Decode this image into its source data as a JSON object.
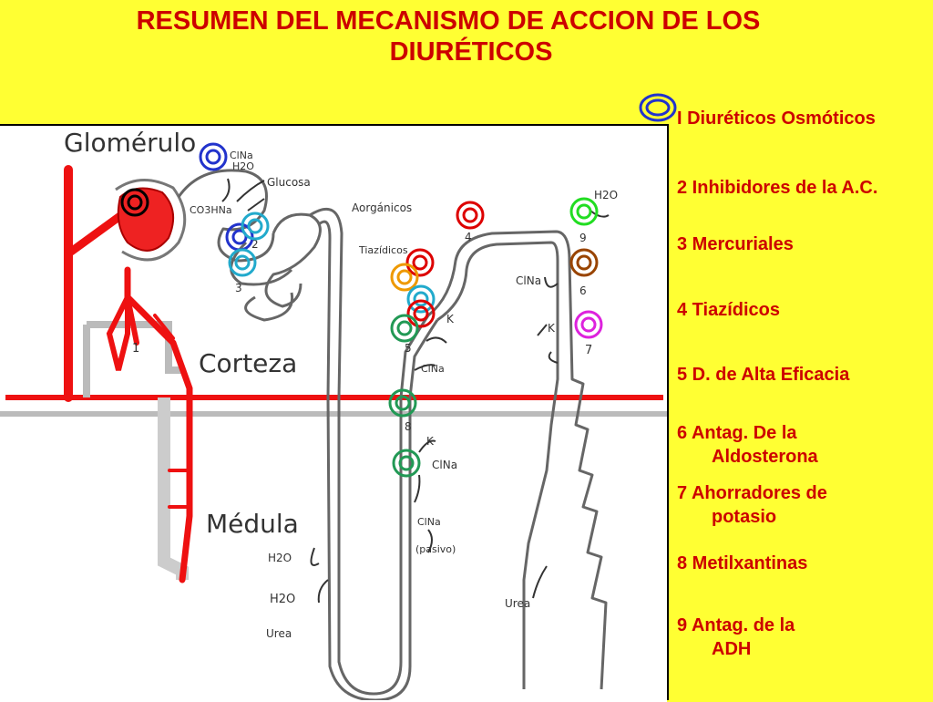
{
  "title": {
    "line1": "RESUMEN DEL MECANISMO DE ACCION DE LOS",
    "line2": "DIURÉTICOS"
  },
  "legend": [
    {
      "line1": "I Diuréticos Osmóticos"
    },
    {
      "line1": "2 Inhibidores de la A.C."
    },
    {
      "line1": "3 Mercuriales"
    },
    {
      "line1": "4 Tiazídicos"
    },
    {
      "line1": "5 D. de Alta Eficacia"
    },
    {
      "line1": "6 Antag. De la",
      "line2": "Aldosterona"
    },
    {
      "line1": "7 Ahorradores de",
      "line2": "potasio"
    },
    {
      "line1": "8 Metilxantinas"
    },
    {
      "line1": "9 Antag. de la",
      "line2": "ADH"
    }
  ],
  "diagram": {
    "labels": {
      "glomerulo": "Glomérulo",
      "corteza": "Corteza",
      "medula": "Médula",
      "clna1": "ClNa",
      "h2o1": "H2O",
      "glucosa": "Glucosa",
      "co3hna": "CO3HNa",
      "aorganicos": "Aorgánicos",
      "tiazidicos": "Tiazídicos",
      "clna_asa": "ClNa",
      "k_asa": "K",
      "clna_asc1": "ClNa",
      "k_asc": "K",
      "clna_asc2": "ClNa",
      "clna_pasivo": "ClNa",
      "pasivo": "(pasivo)",
      "h2o_med1": "H2O",
      "h2o_med2": "H2O",
      "urea_med": "Urea",
      "urea_col": "Urea",
      "h2o_col": "H2O",
      "k_col": "K",
      "n1": "1",
      "n2": "2",
      "n3": "3",
      "n4": "4",
      "n5": "5",
      "n6": "6",
      "n7": "7",
      "n8": "8",
      "n9": "9"
    },
    "marker_colors": {
      "black": "#000000",
      "blue": "#2233cc",
      "cyan": "#22aacc",
      "red": "#dd0000",
      "orange": "#ee9900",
      "green": "#229955",
      "lime": "#22dd22",
      "brown": "#994400",
      "magenta": "#dd22dd"
    }
  }
}
